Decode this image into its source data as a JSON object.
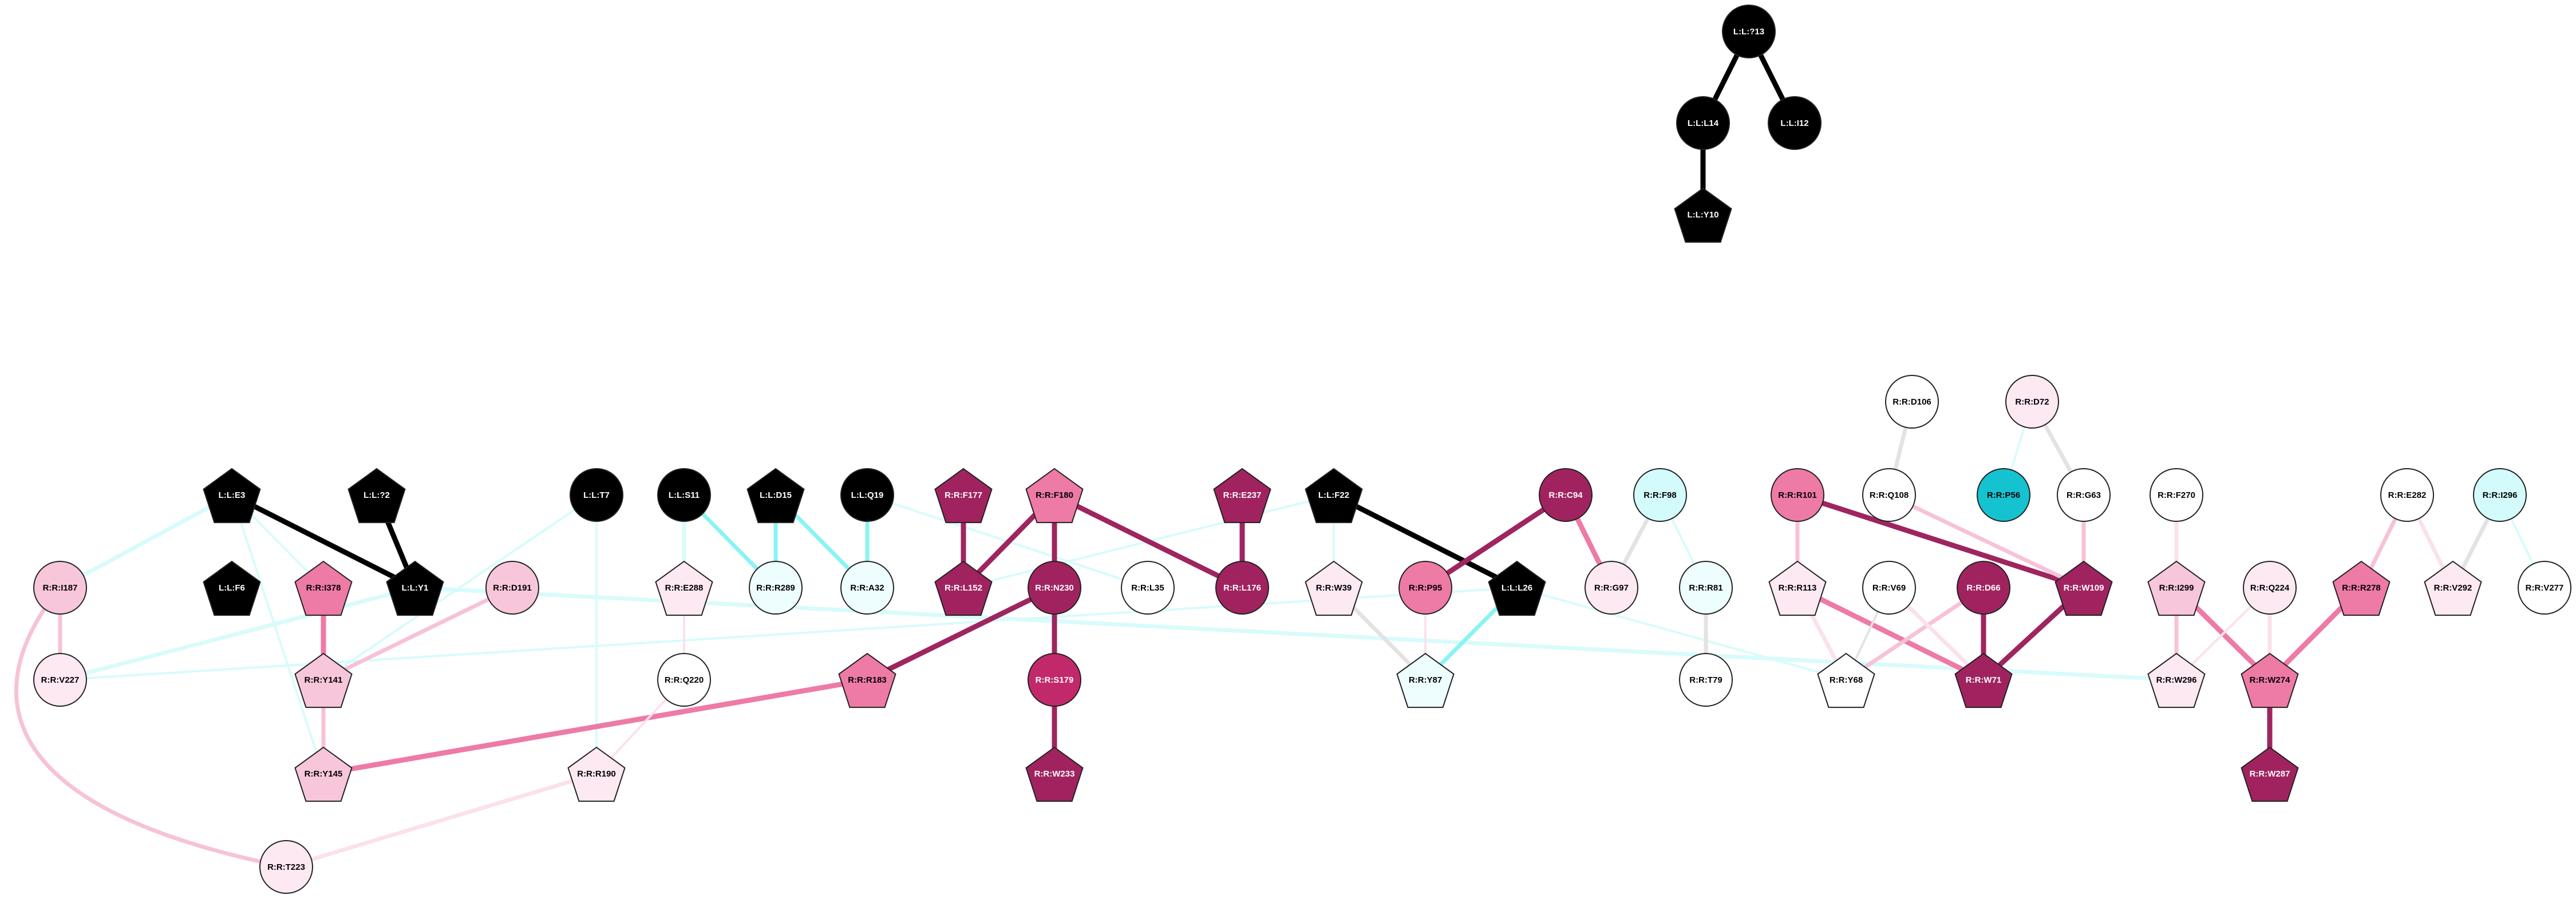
{
  "colors": {
    "ligand": "#000000",
    "deep_magenta": "#a0235f",
    "magenta": "#c2296a",
    "pink": "#ee7aa6",
    "light_pink": "#f8c6da",
    "pale_pink": "#fde9f1",
    "white": "#ffffff",
    "pale_cyan": "#eefefe",
    "light_cyan": "#d4fbfb",
    "teal": "#14c3cf",
    "edge_black": "#000000",
    "edge_deep": "#9e2560",
    "edge_pink": "#ee7aa6",
    "edge_light_pink": "#f7c2d7",
    "edge_pale_pink": "#fbe1ec",
    "edge_cyan": "#8af3f3",
    "edge_pale_cyan": "#d8fbfb",
    "edge_grey": "#e3e3e3"
  },
  "nodes": [
    {
      "id": "T13",
      "label": "L:L:?13",
      "shape": "circle",
      "fill": "ligand"
    },
    {
      "id": "L14",
      "label": "L:L:L14",
      "shape": "circle",
      "fill": "ligand"
    },
    {
      "id": "I12",
      "label": "L:L:I12",
      "shape": "circle",
      "fill": "ligand"
    },
    {
      "id": "Y10",
      "label": "L:L:Y10",
      "shape": "pentagon",
      "fill": "ligand"
    },
    {
      "id": "D106",
      "label": "R:R:D106",
      "shape": "circle",
      "fill": "white"
    },
    {
      "id": "D72",
      "label": "R:R:D72",
      "shape": "circle",
      "fill": "pale_pink"
    },
    {
      "id": "E3",
      "label": "L:L:E3",
      "shape": "pentagon",
      "fill": "ligand"
    },
    {
      "id": "T2",
      "label": "L:L:?2",
      "shape": "pentagon",
      "fill": "ligand"
    },
    {
      "id": "T7",
      "label": "L:L:T7",
      "shape": "circle",
      "fill": "ligand"
    },
    {
      "id": "S11",
      "label": "L:L:S11",
      "shape": "circle",
      "fill": "ligand"
    },
    {
      "id": "D15",
      "label": "L:L:D15",
      "shape": "pentagon",
      "fill": "ligand"
    },
    {
      "id": "Q19",
      "label": "L:L:Q19",
      "shape": "circle",
      "fill": "ligand"
    },
    {
      "id": "F177",
      "label": "R:R:F177",
      "shape": "pentagon",
      "fill": "deep_magenta"
    },
    {
      "id": "F180",
      "label": "R:R:F180",
      "shape": "pentagon",
      "fill": "pink"
    },
    {
      "id": "E237",
      "label": "R:R:E237",
      "shape": "pentagon",
      "fill": "deep_magenta"
    },
    {
      "id": "F22",
      "label": "L:L:F22",
      "shape": "pentagon",
      "fill": "ligand"
    },
    {
      "id": "C94",
      "label": "R:R:C94",
      "shape": "circle",
      "fill": "deep_magenta"
    },
    {
      "id": "F98",
      "label": "R:R:F98",
      "shape": "circle",
      "fill": "light_cyan"
    },
    {
      "id": "R101",
      "label": "R:R:R101",
      "shape": "circle",
      "fill": "pink"
    },
    {
      "id": "Q108",
      "label": "R:R:Q108",
      "shape": "circle",
      "fill": "white"
    },
    {
      "id": "P56",
      "label": "R:R:P56",
      "shape": "circle",
      "fill": "teal"
    },
    {
      "id": "G63",
      "label": "R:R:G63",
      "shape": "circle",
      "fill": "white"
    },
    {
      "id": "F270",
      "label": "R:R:F270",
      "shape": "circle",
      "fill": "white"
    },
    {
      "id": "E282",
      "label": "R:R:E282",
      "shape": "circle",
      "fill": "white"
    },
    {
      "id": "I296",
      "label": "R:R:I296",
      "shape": "circle",
      "fill": "light_cyan"
    },
    {
      "id": "I187",
      "label": "R:R:I187",
      "shape": "circle",
      "fill": "light_pink"
    },
    {
      "id": "F6",
      "label": "L:L:F6",
      "shape": "pentagon",
      "fill": "ligand"
    },
    {
      "id": "I378",
      "label": "R:R:I378",
      "shape": "pentagon",
      "fill": "pink"
    },
    {
      "id": "Y1",
      "label": "L:L:Y1",
      "shape": "pentagon",
      "fill": "ligand"
    },
    {
      "id": "D191",
      "label": "R:R:D191",
      "shape": "circle",
      "fill": "light_pink"
    },
    {
      "id": "E288",
      "label": "R:R:E288",
      "shape": "pentagon",
      "fill": "pale_pink"
    },
    {
      "id": "R289",
      "label": "R:R:R289",
      "shape": "circle",
      "fill": "pale_cyan"
    },
    {
      "id": "A32",
      "label": "R:R:A32",
      "shape": "circle",
      "fill": "pale_cyan"
    },
    {
      "id": "L152",
      "label": "R:R:L152",
      "shape": "pentagon",
      "fill": "deep_magenta"
    },
    {
      "id": "N230",
      "label": "R:R:N230",
      "shape": "circle",
      "fill": "deep_magenta"
    },
    {
      "id": "L35",
      "label": "R:R:L35",
      "shape": "circle",
      "fill": "white"
    },
    {
      "id": "L176",
      "label": "R:R:L176",
      "shape": "circle",
      "fill": "deep_magenta"
    },
    {
      "id": "W39",
      "label": "R:R:W39",
      "shape": "pentagon",
      "fill": "pale_pink"
    },
    {
      "id": "P95",
      "label": "R:R:P95",
      "shape": "circle",
      "fill": "pink"
    },
    {
      "id": "L26",
      "label": "L:L:L26",
      "shape": "pentagon",
      "fill": "ligand"
    },
    {
      "id": "G97",
      "label": "R:R:G97",
      "shape": "circle",
      "fill": "pale_pink"
    },
    {
      "id": "R81",
      "label": "R:R:R81",
      "shape": "circle",
      "fill": "pale_cyan"
    },
    {
      "id": "R113",
      "label": "R:R:R113",
      "shape": "pentagon",
      "fill": "pale_pink"
    },
    {
      "id": "V69",
      "label": "R:R:V69",
      "shape": "circle",
      "fill": "white"
    },
    {
      "id": "D66",
      "label": "R:R:D66",
      "shape": "circle",
      "fill": "deep_magenta"
    },
    {
      "id": "W109",
      "label": "R:R:W109",
      "shape": "pentagon",
      "fill": "deep_magenta"
    },
    {
      "id": "I299",
      "label": "R:R:I299",
      "shape": "pentagon",
      "fill": "light_pink"
    },
    {
      "id": "Q224",
      "label": "R:R:Q224",
      "shape": "circle",
      "fill": "pale_pink"
    },
    {
      "id": "R278",
      "label": "R:R:R278",
      "shape": "pentagon",
      "fill": "pink"
    },
    {
      "id": "V292",
      "label": "R:R:V292",
      "shape": "pentagon",
      "fill": "pale_pink"
    },
    {
      "id": "V277",
      "label": "R:R:V277",
      "shape": "circle",
      "fill": "white"
    },
    {
      "id": "V227",
      "label": "R:R:V227",
      "shape": "circle",
      "fill": "pale_pink"
    },
    {
      "id": "Y141",
      "label": "R:R:Y141",
      "shape": "pentagon",
      "fill": "light_pink"
    },
    {
      "id": "Q220",
      "label": "R:R:Q220",
      "shape": "circle",
      "fill": "white"
    },
    {
      "id": "R183",
      "label": "R:R:R183",
      "shape": "pentagon",
      "fill": "pink"
    },
    {
      "id": "S179",
      "label": "R:R:S179",
      "shape": "circle",
      "fill": "magenta"
    },
    {
      "id": "Y87",
      "label": "R:R:Y87",
      "shape": "pentagon",
      "fill": "pale_cyan"
    },
    {
      "id": "T79",
      "label": "R:R:T79",
      "shape": "circle",
      "fill": "white"
    },
    {
      "id": "Y68",
      "label": "R:R:Y68",
      "shape": "pentagon",
      "fill": "white"
    },
    {
      "id": "W71",
      "label": "R:R:W71",
      "shape": "pentagon",
      "fill": "deep_magenta"
    },
    {
      "id": "W296",
      "label": "R:R:W296",
      "shape": "pentagon",
      "fill": "pale_pink"
    },
    {
      "id": "W274",
      "label": "R:R:W274",
      "shape": "pentagon",
      "fill": "pink"
    },
    {
      "id": "Y145",
      "label": "R:R:Y145",
      "shape": "pentagon",
      "fill": "light_pink"
    },
    {
      "id": "R190",
      "label": "R:R:R190",
      "shape": "pentagon",
      "fill": "pale_pink"
    },
    {
      "id": "W233",
      "label": "R:R:W233",
      "shape": "pentagon",
      "fill": "deep_magenta"
    },
    {
      "id": "W287",
      "label": "R:R:W287",
      "shape": "pentagon",
      "fill": "deep_magenta"
    },
    {
      "id": "T223",
      "label": "R:R:T223",
      "shape": "circle",
      "fill": "pale_pink"
    }
  ],
  "edges": [
    {
      "from": "T13",
      "to": "L14",
      "color": "edge_black",
      "weight": "heavy"
    },
    {
      "from": "T13",
      "to": "I12",
      "color": "edge_black",
      "weight": "heavy"
    },
    {
      "from": "L14",
      "to": "Y10",
      "color": "edge_black",
      "weight": "heavy"
    },
    {
      "from": "E3",
      "to": "Y1",
      "color": "edge_black",
      "weight": "heavy"
    },
    {
      "from": "T2",
      "to": "Y1",
      "color": "edge_black",
      "weight": "heavy"
    },
    {
      "from": "F22",
      "to": "L26",
      "color": "edge_black",
      "weight": "heavy"
    },
    {
      "from": "E3",
      "to": "I187",
      "color": "edge_pale_cyan",
      "weight": "medium"
    },
    {
      "from": "E3",
      "to": "I378",
      "color": "edge_pale_cyan",
      "weight": "light"
    },
    {
      "from": "E3",
      "to": "Y145",
      "color": "edge_pale_cyan",
      "weight": "light"
    },
    {
      "from": "Y1",
      "to": "V227",
      "color": "edge_pale_cyan",
      "weight": "medium"
    },
    {
      "from": "Y1",
      "to": "W296",
      "color": "edge_pale_cyan",
      "weight": "medium"
    },
    {
      "from": "T7",
      "to": "Y141",
      "color": "edge_pale_cyan",
      "weight": "light"
    },
    {
      "from": "T7",
      "to": "R190",
      "color": "edge_pale_cyan",
      "weight": "light"
    },
    {
      "from": "S11",
      "to": "E288",
      "color": "edge_pale_cyan",
      "weight": "medium"
    },
    {
      "from": "S11",
      "to": "R289",
      "color": "edge_cyan",
      "weight": "medium"
    },
    {
      "from": "D15",
      "to": "R289",
      "color": "edge_cyan",
      "weight": "medium"
    },
    {
      "from": "D15",
      "to": "A32",
      "color": "edge_cyan",
      "weight": "medium"
    },
    {
      "from": "Q19",
      "to": "A32",
      "color": "edge_cyan",
      "weight": "medium"
    },
    {
      "from": "Q19",
      "to": "L35",
      "color": "edge_pale_cyan",
      "weight": "light"
    },
    {
      "from": "F22",
      "to": "W39",
      "color": "edge_pale_cyan",
      "weight": "light"
    },
    {
      "from": "F22",
      "to": "L152",
      "color": "edge_pale_cyan",
      "weight": "light"
    },
    {
      "from": "L26",
      "to": "Y87",
      "color": "edge_cyan",
      "weight": "medium"
    },
    {
      "from": "L26",
      "to": "Y68",
      "color": "edge_pale_cyan",
      "weight": "light"
    },
    {
      "from": "L26",
      "to": "V227",
      "color": "edge_pale_cyan",
      "weight": "light"
    },
    {
      "from": "F98",
      "to": "R81",
      "color": "edge_pale_cyan",
      "weight": "light"
    },
    {
      "from": "F98",
      "to": "G97",
      "color": "edge_grey",
      "weight": "medium"
    },
    {
      "from": "P56",
      "to": "D72",
      "color": "edge_pale_cyan",
      "weight": "light"
    },
    {
      "from": "I296",
      "to": "V277",
      "color": "edge_pale_cyan",
      "weight": "light"
    },
    {
      "from": "I296",
      "to": "V292",
      "color": "edge_grey",
      "weight": "medium"
    },
    {
      "from": "F177",
      "to": "L152",
      "color": "edge_deep",
      "weight": "heavy"
    },
    {
      "from": "F180",
      "to": "L152",
      "color": "edge_deep",
      "weight": "heavy"
    },
    {
      "from": "F180",
      "to": "N230",
      "color": "edge_deep",
      "weight": "heavy"
    },
    {
      "from": "F180",
      "to": "L176",
      "color": "edge_deep",
      "weight": "heavy"
    },
    {
      "from": "E237",
      "to": "L176",
      "color": "edge_deep",
      "weight": "heavy"
    },
    {
      "from": "N230",
      "to": "S179",
      "color": "edge_deep",
      "weight": "heavy"
    },
    {
      "from": "N230",
      "to": "R183",
      "color": "edge_deep",
      "weight": "heavy"
    },
    {
      "from": "S179",
      "to": "W233",
      "color": "edge_deep",
      "weight": "heavy"
    },
    {
      "from": "C94",
      "to": "P95",
      "color": "edge_deep",
      "weight": "heavy"
    },
    {
      "from": "C94",
      "to": "G97",
      "color": "edge_pink",
      "weight": "heavy"
    },
    {
      "from": "R101",
      "to": "W109",
      "color": "edge_deep",
      "weight": "heavy"
    },
    {
      "from": "D66",
      "to": "W71",
      "color": "edge_deep",
      "weight": "heavy"
    },
    {
      "from": "W109",
      "to": "W71",
      "color": "edge_deep",
      "weight": "heavy"
    },
    {
      "from": "W274",
      "to": "W287",
      "color": "edge_deep",
      "weight": "heavy"
    },
    {
      "from": "R278",
      "to": "W274",
      "color": "edge_pink",
      "weight": "heavy"
    },
    {
      "from": "I299",
      "to": "W274",
      "color": "edge_pink",
      "weight": "heavy"
    },
    {
      "from": "I378",
      "to": "Y141",
      "color": "edge_pink",
      "weight": "heavy"
    },
    {
      "from": "R183",
      "to": "Y145",
      "color": "edge_pink",
      "weight": "heavy"
    },
    {
      "from": "R113",
      "to": "W71",
      "color": "edge_pink",
      "weight": "heavy"
    },
    {
      "from": "D191",
      "to": "Y141",
      "color": "edge_light_pink",
      "weight": "medium"
    },
    {
      "from": "I187",
      "to": "V227",
      "color": "edge_light_pink",
      "weight": "medium"
    },
    {
      "from": "Y141",
      "to": "Y145",
      "color": "edge_light_pink",
      "weight": "medium"
    },
    {
      "from": "R101",
      "to": "R113",
      "color": "edge_light_pink",
      "weight": "medium"
    },
    {
      "from": "Q108",
      "to": "W109",
      "color": "edge_light_pink",
      "weight": "medium"
    },
    {
      "from": "G63",
      "to": "W109",
      "color": "edge_light_pink",
      "weight": "medium"
    },
    {
      "from": "E282",
      "to": "R278",
      "color": "edge_light_pink",
      "weight": "medium"
    },
    {
      "from": "I299",
      "to": "W296",
      "color": "edge_light_pink",
      "weight": "medium"
    },
    {
      "from": "D66",
      "to": "Y68",
      "color": "edge_light_pink",
      "weight": "medium"
    },
    {
      "from": "R113",
      "to": "Y68",
      "color": "edge_pale_pink",
      "weight": "medium"
    },
    {
      "from": "V69",
      "to": "W71",
      "color": "edge_pale_pink",
      "weight": "medium"
    },
    {
      "from": "Q224",
      "to": "W274",
      "color": "edge_pale_pink",
      "weight": "medium"
    },
    {
      "from": "Q224",
      "to": "W296",
      "color": "edge_pale_pink",
      "weight": "light"
    },
    {
      "from": "F270",
      "to": "I299",
      "color": "edge_pale_pink",
      "weight": "medium"
    },
    {
      "from": "E282",
      "to": "V292",
      "color": "edge_pale_pink",
      "weight": "medium"
    },
    {
      "from": "W39",
      "to": "Y87",
      "color": "edge_grey",
      "weight": "medium"
    },
    {
      "from": "P95",
      "to": "Y87",
      "color": "edge_pale_pink",
      "weight": "light"
    },
    {
      "from": "E288",
      "to": "Q220",
      "color": "edge_pale_pink",
      "weight": "light"
    },
    {
      "from": "Q220",
      "to": "R190",
      "color": "edge_pale_pink",
      "weight": "light"
    },
    {
      "from": "R190",
      "to": "T223",
      "color": "edge_pale_pink",
      "weight": "medium"
    },
    {
      "from": "D106",
      "to": "Q108",
      "color": "edge_grey",
      "weight": "medium"
    },
    {
      "from": "D72",
      "to": "G63",
      "color": "edge_grey",
      "weight": "medium"
    },
    {
      "from": "R81",
      "to": "T79",
      "color": "edge_grey",
      "weight": "medium"
    },
    {
      "from": "V69",
      "to": "Y68",
      "color": "edge_grey",
      "weight": "light"
    },
    {
      "from": "I187",
      "to": "T223",
      "color": "edge_light_pink",
      "weight": "medium",
      "curved": true
    }
  ]
}
